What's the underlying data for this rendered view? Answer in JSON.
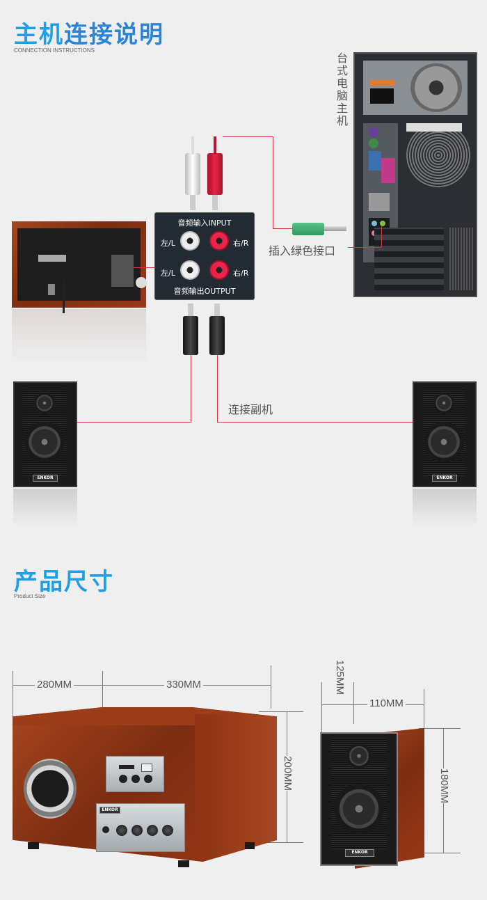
{
  "section1": {
    "title_a": "主机",
    "title_b": "连接说明",
    "subtitle": "CONNECTION INSTRUCTIONS",
    "pc_label": "台式电脑主机",
    "green_port_label": "插入绿色接口",
    "slave_label": "连接副机",
    "panel": {
      "input_title": "音频输入INPUT",
      "output_title": "音频输出OUTPUT",
      "left1": "左/L",
      "right1": "右/R",
      "left2": "左/L",
      "right2": "右/R"
    }
  },
  "section2": {
    "title": "产品尺寸",
    "subtitle": "Product Size",
    "dims": {
      "sub_width": "280MM",
      "sub_depth": "330MM",
      "sub_height": "200MM",
      "sat_width": "125MM",
      "sat_depth": "110MM",
      "sat_height": "180MM"
    }
  },
  "brand": "ENKOR",
  "colors": {
    "title_blue": "#1e9fe6",
    "line_red": "#d9323a"
  }
}
